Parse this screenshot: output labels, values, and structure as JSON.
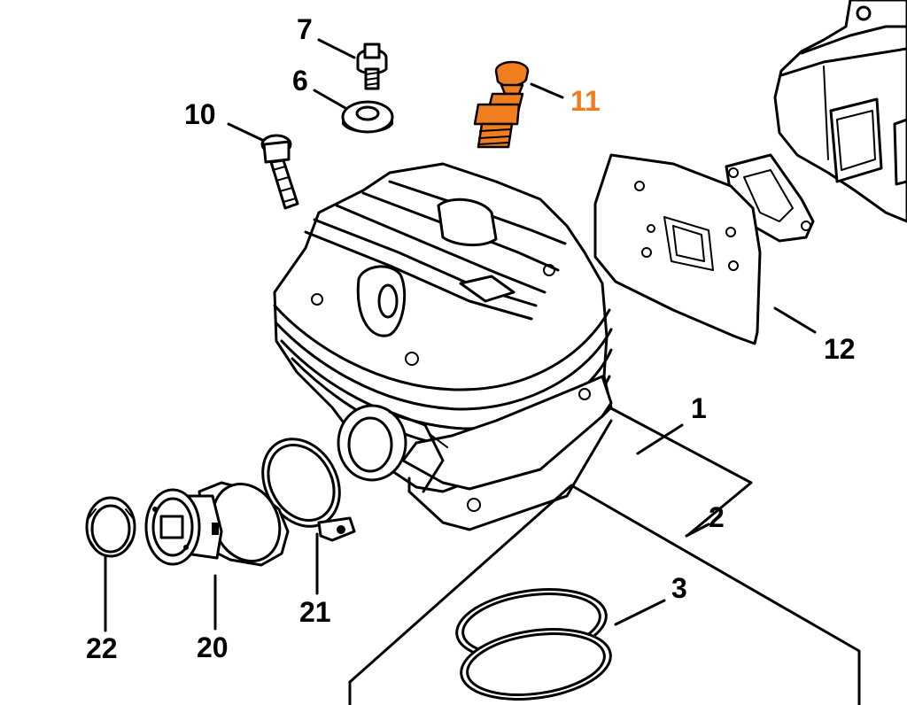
{
  "accent_color": "#f07d1e",
  "parts": [
    {
      "number": "1",
      "highlighted": false
    },
    {
      "number": "2",
      "highlighted": false
    },
    {
      "number": "3",
      "highlighted": false
    },
    {
      "number": "6",
      "highlighted": false
    },
    {
      "number": "7",
      "highlighted": false
    },
    {
      "number": "10",
      "highlighted": false
    },
    {
      "number": "11",
      "highlighted": true
    },
    {
      "number": "12",
      "highlighted": false
    },
    {
      "number": "20",
      "highlighted": false
    },
    {
      "number": "21",
      "highlighted": false
    },
    {
      "number": "22",
      "highlighted": false
    }
  ]
}
